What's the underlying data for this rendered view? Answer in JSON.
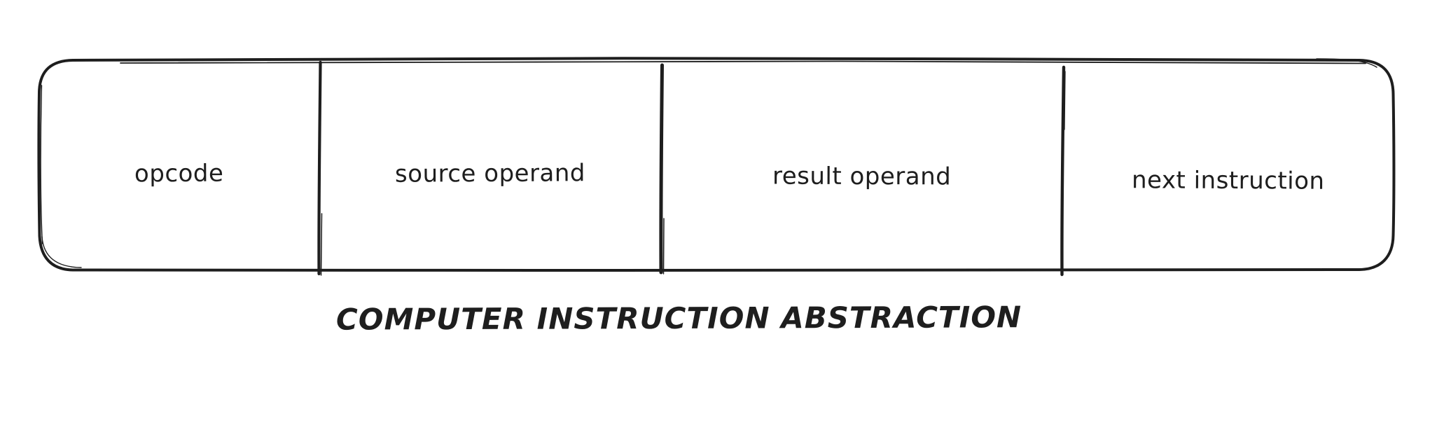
{
  "canvas": {
    "background": "#ffffff"
  },
  "diagram": {
    "title": "COMPUTER INSTRUCTION ABSTRACTION",
    "stroke_color": "#1e1e1e",
    "text_color": "#1e1e1e",
    "box": {
      "shape": "rounded-rectangle",
      "cells": 4
    },
    "segments": [
      {
        "label": "opcode"
      },
      {
        "label": "source operand"
      },
      {
        "label": "result operand"
      },
      {
        "label": "next instruction"
      }
    ]
  }
}
